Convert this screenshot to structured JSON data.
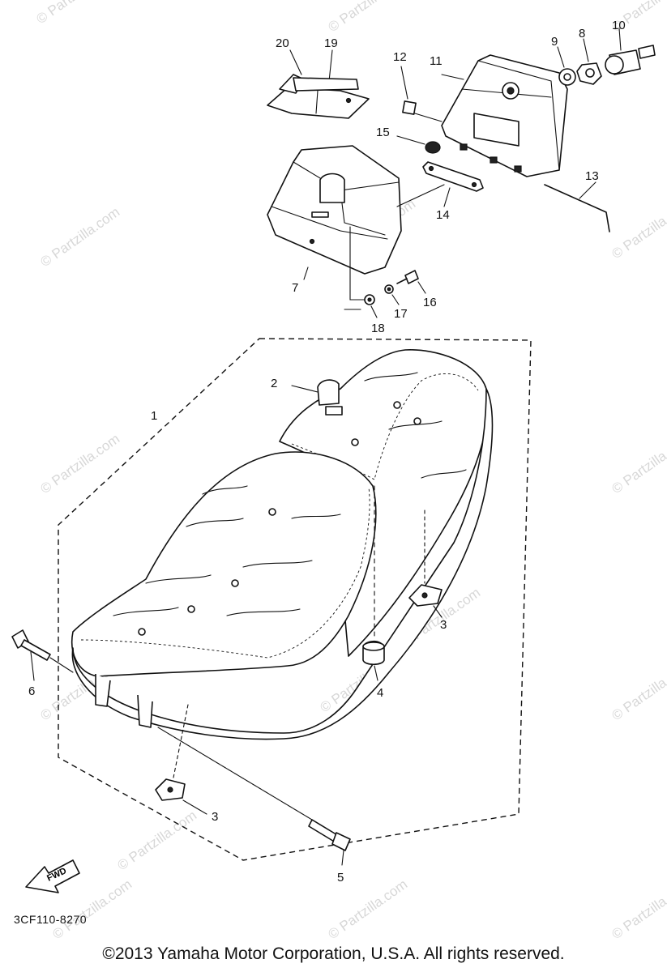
{
  "callouts": [
    "1",
    "2",
    "3",
    "3",
    "4",
    "5",
    "6",
    "7",
    "8",
    "9",
    "10",
    "11",
    "12",
    "13",
    "14",
    "15",
    "16",
    "17",
    "18",
    "19",
    "20"
  ],
  "watermark": "© Partzilla.com",
  "arrow_label": "FWD",
  "diagram_code": "3CF110-8270",
  "copyright": "©2013 Yamaha Motor Corporation, U.S.A. All rights reserved."
}
